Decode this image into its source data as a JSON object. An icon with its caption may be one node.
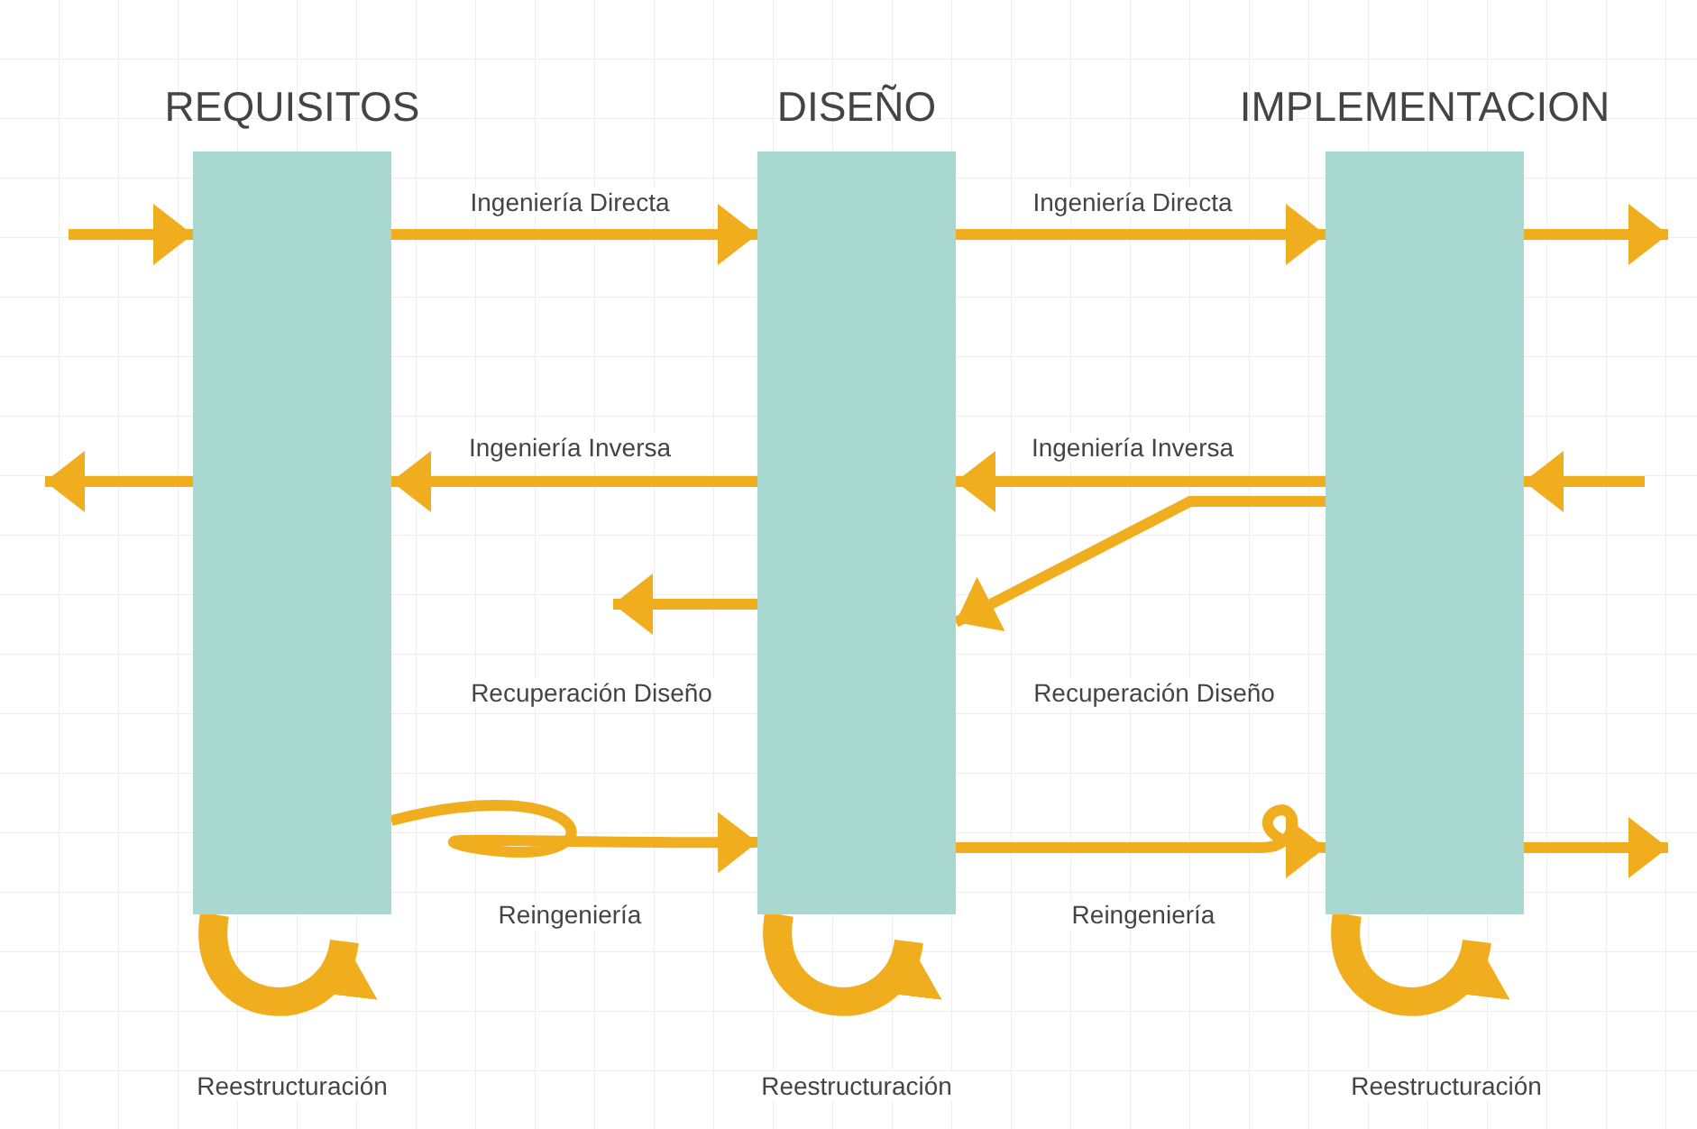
{
  "diagram": {
    "nodes": [
      {
        "text": [
          "REQUISITOS"
        ]
      },
      {
        "text": [
          "DISEÑO"
        ]
      },
      {
        "text": [
          "IMPLEMENTACION"
        ]
      }
    ],
    "edges": [
      {
        "from": null,
        "to": 0,
        "arrow": "to"
      },
      {
        "from": 0,
        "to": 1,
        "arrow": "to",
        "label": "Ingeniería Directa"
      },
      {
        "from": 1,
        "to": 2,
        "arrow": "to",
        "label": "Ingeniería Directa"
      },
      {
        "from": 2,
        "to": null,
        "arrow": "to"
      },
      {
        "from": 0,
        "to": null,
        "arrow": "to"
      },
      {
        "from": 1,
        "to": 0,
        "arrow": "to",
        "label": "Ingeniería Inversa"
      },
      {
        "from": 2,
        "to": 1,
        "arrow": "to",
        "label": "Ingeniería Inversa"
      },
      {
        "from": null,
        "to": 2,
        "arrow": "to"
      },
      {
        "from": 1,
        "to": null,
        "arrow": "to",
        "label": "Recuperación Diseño"
      },
      {
        "from": 2,
        "to": 1,
        "arrow": "to",
        "label": "Recuperación Diseño"
      },
      {
        "from": 0,
        "to": 1,
        "arrow": "to",
        "label": "Reingeniería"
      },
      {
        "from": 1,
        "to": 2,
        "arrow": "to",
        "label": "Reingeniería"
      },
      {
        "from": 2,
        "to": null,
        "arrow": "to"
      },
      {
        "from": 0,
        "to": 0,
        "arrow": "to",
        "label": "Reestructuración",
        "style": "thick"
      },
      {
        "from": 1,
        "to": 1,
        "arrow": "to",
        "label": "Reestructuración",
        "style": "thick"
      },
      {
        "from": 2,
        "to": 2,
        "arrow": "to",
        "label": "Reestructuración",
        "style": "thick"
      }
    ]
  }
}
